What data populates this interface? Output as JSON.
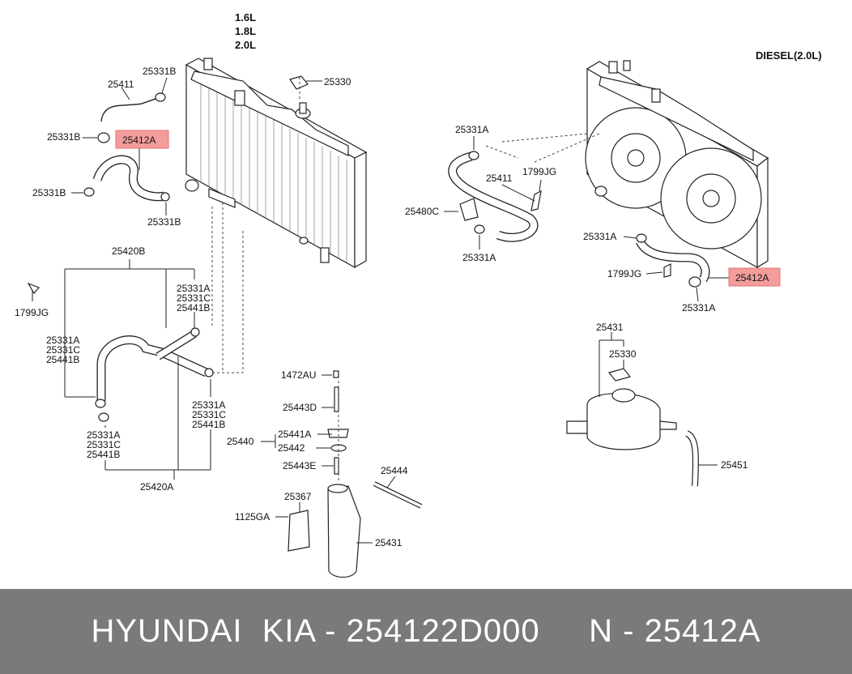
{
  "engine_variants": [
    "1.6L",
    "1.8L",
    "2.0L"
  ],
  "diesel_label": "DIESEL(2.0L)",
  "labels": {
    "l25331B_a": "25331B",
    "l25330_a": "25330",
    "l25411_a": "25411",
    "l25331B_b": "25331B",
    "l25412A_a": "25412A",
    "l25331B_c": "25331B",
    "l25331B_d": "25331B",
    "l25420B": "25420B",
    "l1799JG_a": "1799JG",
    "l25331A_a": "25331A",
    "l25331C_a": "25331C",
    "l25441B_a": "25441B",
    "l25331A_b": "25331A",
    "l25331C_b": "25331C",
    "l25441B_b": "25441B",
    "l25331A_c": "25331A",
    "l25331C_c": "25331C",
    "l25441B_c": "25441B",
    "l25331A_d": "25331A",
    "l25331C_d": "25331C",
    "l25441B_d": "25441B",
    "l25420A": "25420A",
    "l25331A_e": "25331A",
    "l25411_b": "25411",
    "l1799JG_b": "1799JG",
    "l25480C": "25480C",
    "l25331A_f": "25331A",
    "l25331A_g": "25331A",
    "l1799JG_c": "1799JG",
    "l25412A_b": "25412A",
    "l25331A_h": "25331A",
    "l25431_a": "25431",
    "l25330_b": "25330",
    "l25451": "25451",
    "l1472AU": "1472AU",
    "l25443D": "25443D",
    "l25441A": "25441A",
    "l25440": "25440",
    "l25442": "25442",
    "l25443E": "25443E",
    "l25444": "25444",
    "l25367": "25367",
    "l1125GA": "1125GA",
    "l25431_b": "25431"
  },
  "footer": "HYUNDAI  KIA - 254122D000     N - 25412A",
  "colors": {
    "highlight": "#f49c9c",
    "footer_bg": "#7a7a7a",
    "footer_text": "#ffffff"
  }
}
